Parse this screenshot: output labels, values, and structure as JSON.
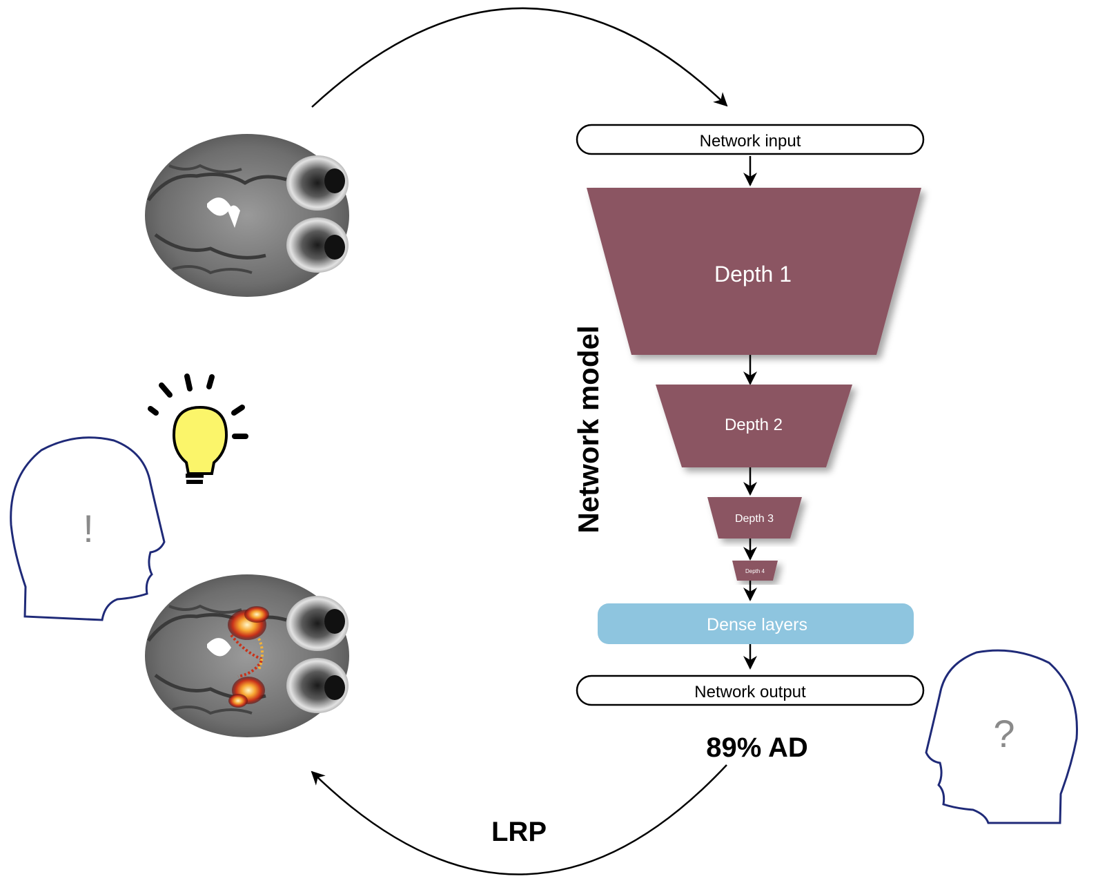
{
  "diagram": {
    "input_label": "Network input",
    "output_label": "Network output",
    "model_label": "Network model",
    "depths": [
      "Depth 1",
      "Depth 2",
      "Depth 3",
      "Depth 4"
    ],
    "dense_label": "Dense layers",
    "prediction": "89% AD",
    "explanation_method": "LRP",
    "clinician_insight_symbol": "!",
    "clinician_question_symbol": "?"
  },
  "colors": {
    "layer_fill": "#8b5562",
    "dense_fill": "#8ec5df",
    "head_outline": "#1f2a78",
    "bulb_fill": "#fbf56a",
    "brain_fill": "#7a7a7a",
    "arrow": "#000000"
  },
  "icons": [
    "brain-mri-icon",
    "brain-heatmap-icon",
    "lightbulb-icon",
    "head-outline-icon"
  ]
}
